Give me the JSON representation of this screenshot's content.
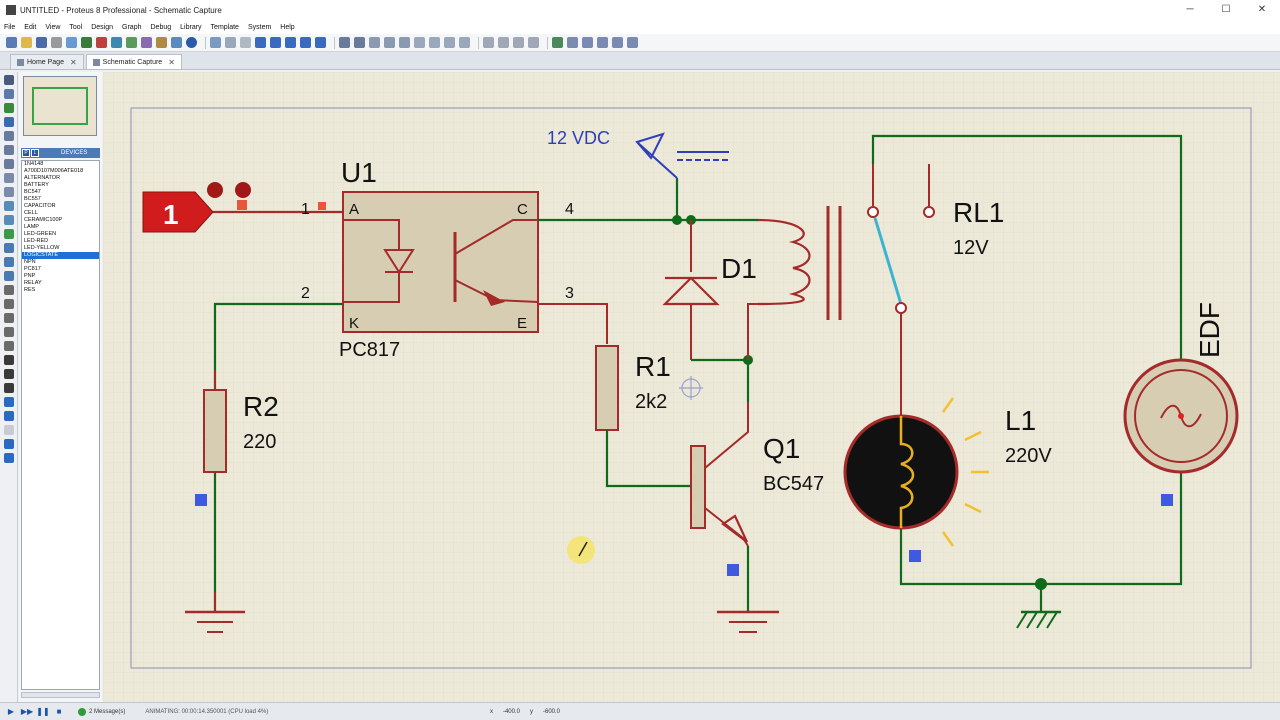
{
  "window": {
    "title": "UNTITLED - Proteus 8 Professional - Schematic Capture",
    "controls": [
      "─",
      "☐",
      "✕"
    ]
  },
  "menu": [
    "File",
    "Edit",
    "View",
    "Tool",
    "Design",
    "Graph",
    "Debug",
    "Library",
    "Template",
    "System",
    "Help"
  ],
  "tabs": [
    {
      "label": "Home Page",
      "active": false
    },
    {
      "label": "Schematic Capture",
      "active": true
    }
  ],
  "devices": {
    "header_p": "P",
    "header_l": "L",
    "title": "DEVICES",
    "items": [
      "1N4148",
      "A700D107M006ATE018",
      "ALTERNATOR",
      "BATTERY",
      "BC547",
      "BC557",
      "CAPACITOR",
      "CELL",
      "CERAMIC100P",
      "LAMP",
      "LED-GREEN",
      "LED-RED",
      "LED-YELLOW",
      "LOGICSTATE",
      "NPN",
      "PC817",
      "PNP",
      "RELAY",
      "RES"
    ],
    "selected_index": 13
  },
  "schematic": {
    "logicstate_value": "1",
    "u1_ref": "U1",
    "u1_value": "PC817",
    "pin_a": "A",
    "pin_k": "K",
    "pin_c": "C",
    "pin_e": "E",
    "pin_1": "1",
    "pin_2": "2",
    "pin_3": "3",
    "pin_4": "4",
    "power_label": "12 VDC",
    "d1_ref": "D1",
    "r1_ref": "R1",
    "r1_value": "2k2",
    "r2_ref": "R2",
    "r2_value": "220",
    "q1_ref": "Q1",
    "q1_value": "BC547",
    "rl1_ref": "RL1",
    "rl1_value": "12V",
    "l1_ref": "L1",
    "l1_value": "220V",
    "edf_label": "EDF"
  },
  "status": {
    "messages": "2 Message(s)",
    "animating": "ANIMATING: 00:00:14.350001 (CPU load 4%)",
    "x_coord": "-400.0",
    "y_coord": "-600.0",
    "x_label": "x",
    "y_label": "y"
  }
}
